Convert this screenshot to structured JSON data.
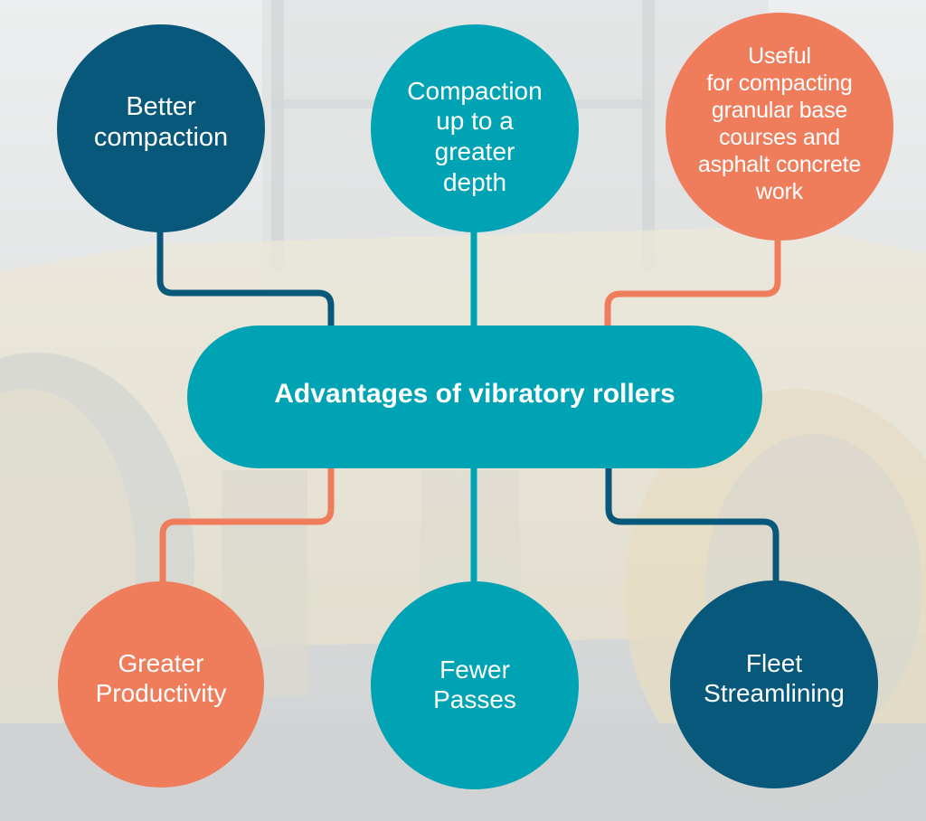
{
  "title": "Advantages of vibratory rollers",
  "colors": {
    "teal": "#00a3b4",
    "navy": "#07587a",
    "coral": "#ef7d5c",
    "text": "#ffffff"
  },
  "center": {
    "label": "Advantages of vibratory rollers",
    "color": "#00a3b4"
  },
  "nodes": [
    {
      "id": "better-compaction",
      "label": "Better\ncompaction",
      "color": "#07587a",
      "position": "top-left"
    },
    {
      "id": "greater-depth",
      "label": "Compaction\nup to a\ngreater\ndepth",
      "color": "#00a3b4",
      "position": "top-center"
    },
    {
      "id": "useful-for",
      "label": "Useful\nfor compacting\ngranular base\ncourses and\nasphalt concrete\nwork",
      "color": "#ef7d5c",
      "position": "top-right"
    },
    {
      "id": "greater-productivity",
      "label": "Greater\nProductivity",
      "color": "#ef7d5c",
      "position": "bottom-left"
    },
    {
      "id": "fewer-passes",
      "label": "Fewer\nPasses",
      "color": "#00a3b4",
      "position": "bottom-center"
    },
    {
      "id": "fleet-streamlining",
      "label": "Fleet\nStreamlining",
      "color": "#07587a",
      "position": "bottom-right"
    }
  ]
}
